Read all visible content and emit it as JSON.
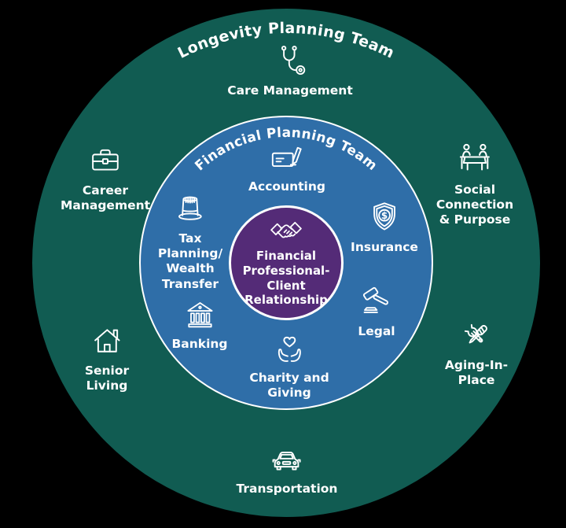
{
  "background_color": "#000000",
  "colors": {
    "outer_ring": "#115C52",
    "middle_ring": "#2F6EA8",
    "center_circle": "#542B77",
    "text": "#FFFFFF"
  },
  "rings": {
    "outer": {
      "title": "Longevity Planning Team",
      "color": "#115C52"
    },
    "middle": {
      "title": "Financial Planning Team",
      "color": "#2F6EA8"
    },
    "center": {
      "label": "Financial\nProfessional-\nClient\nRelationship",
      "icon": "handshake-icon",
      "color": "#542B77"
    }
  },
  "outer_items": [
    {
      "label": "Care Management",
      "icon": "stethoscope-icon"
    },
    {
      "label": "Career\nManagement",
      "icon": "briefcase-icon"
    },
    {
      "label": "Social\nConnection\n& Purpose",
      "icon": "people-at-table-icon"
    },
    {
      "label": "Senior\nLiving",
      "icon": "house-icon"
    },
    {
      "label": "Aging-In-Place",
      "icon": "crossed-tools-icon"
    },
    {
      "label": "Transportation",
      "icon": "car-icon"
    }
  ],
  "middle_items": [
    {
      "label": "Accounting",
      "icon": "check-and-pen-icon"
    },
    {
      "label": "Tax\nPlanning/\nWealth\nTransfer",
      "icon": "top-hat-icon"
    },
    {
      "label": "Insurance",
      "icon": "shield-dollar-icon"
    },
    {
      "label": "Banking",
      "icon": "bank-building-icon"
    },
    {
      "label": "Legal",
      "icon": "gavel-icon"
    },
    {
      "label": "Charity and\nGiving",
      "icon": "hands-heart-icon"
    }
  ],
  "glyphs": {
    "insurance_dollar": "$"
  }
}
